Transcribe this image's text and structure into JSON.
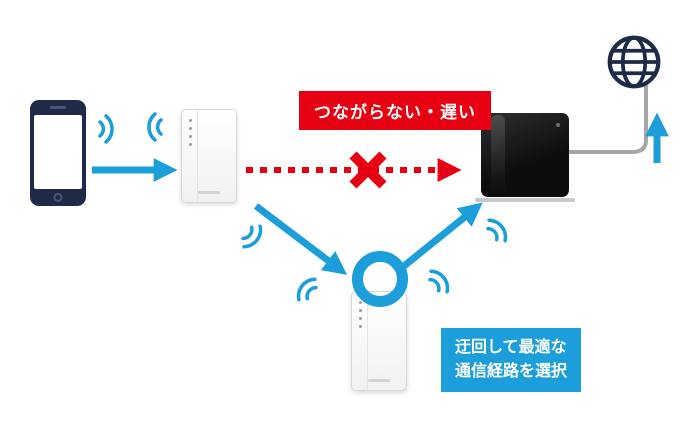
{
  "diagram": {
    "labels": {
      "problem": "つながらない・遅い",
      "solution_line1": "迂回して最適な",
      "solution_line2": "通信経路を選択"
    },
    "nodes": [
      {
        "id": "smartphone",
        "icon": "smartphone-icon"
      },
      {
        "id": "extender-1",
        "icon": "wifi-extender-icon"
      },
      {
        "id": "extender-2",
        "icon": "wifi-extender-icon"
      },
      {
        "id": "router",
        "icon": "router-icon"
      },
      {
        "id": "internet",
        "icon": "globe-icon"
      }
    ],
    "connections": [
      {
        "from": "smartphone",
        "to": "extender-1",
        "style": "solid-blue-arrow",
        "status": "ok"
      },
      {
        "from": "extender-1",
        "to": "router",
        "style": "dotted-red-arrow",
        "status": "blocked",
        "label": "つながらない・遅い"
      },
      {
        "from": "extender-1",
        "to": "extender-2",
        "style": "solid-blue-arrow",
        "status": "ok"
      },
      {
        "from": "extender-2",
        "to": "router",
        "style": "solid-blue-arrow",
        "status": "ok"
      },
      {
        "from": "router",
        "to": "internet",
        "style": "solid-blue-arrow",
        "status": "ok"
      }
    ],
    "colors": {
      "blue": "#1b9ed9",
      "red": "#e60012",
      "navy": "#1e2b47",
      "device_black": "#141416",
      "line_gray": "#a6a6a9"
    }
  }
}
